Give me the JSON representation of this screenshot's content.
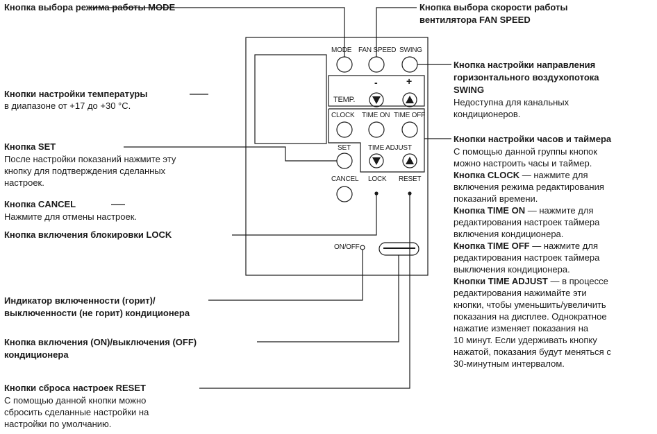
{
  "left": {
    "mode_title": "Кнопка выбора режима работы MODE",
    "temp_title": "Кнопки настройки температуры",
    "temp_desc": "в диапазоне от +17 до +30 °С.",
    "set_title": "Кнопка SET",
    "set_desc": [
      "После настройки показаний нажмите эту",
      "кнопку для подтверждения сделанных",
      "настроек."
    ],
    "cancel_title": "Кнопка CANCEL",
    "cancel_desc": "Нажмите для отмены настроек.",
    "lock_title": "Кнопка включения блокировки LOCK",
    "indicator_title": [
      "Индикатор включенности (горит)/",
      "выключенности (не горит) кондиционера"
    ],
    "onoff_title": [
      "Кнопка включения (ON)/выключения (OFF)",
      "кондиционера"
    ],
    "reset_title": "Кнопки сброса настроек RESET",
    "reset_desc": [
      "С помощью данной кнопки можно",
      "сбросить сделанные настройки на",
      "настройки по умолчанию."
    ]
  },
  "right": {
    "fan_title": [
      "Кнопка выбора скорости работы",
      "вентилятора FAN SPEED"
    ],
    "swing_title": [
      "Кнопка настройки направления",
      "горизонтального воздухопотока",
      "SWING"
    ],
    "swing_desc": [
      "Недоступна для канальных",
      "кондиционеров."
    ],
    "clock_group_title": "Кнопки настройки часов и таймера",
    "clock_group_desc": [
      "С помощью данной группы кнопок",
      "можно настроить часы и таймер."
    ],
    "clock_bold": "Кнопка CLOCK",
    "clock_rest": " — нажмите для",
    "clock_desc": [
      "включения режима редактирования",
      "показаний времени."
    ],
    "timeon_bold": "Кнопка TIME ON",
    "timeon_rest": " — нажмите для",
    "timeon_desc": [
      "редактирования настроек таймера",
      "включения кондиционера."
    ],
    "timeoff_bold": "Кнопка TIME OFF",
    "timeoff_rest": " — нажмите для",
    "timeoff_desc": [
      "редактирования настроек таймера",
      "выключения кондиционера."
    ],
    "adjust_bold": "Кнопки TIME ADJUST",
    "adjust_rest": " — в процессе",
    "adjust_desc": [
      "редактирования нажимайте эти",
      "кнопки, чтобы уменьшить/увеличить",
      "показания на дисплее. Однократное",
      "нажатие изменяет показания на",
      "10 минут. Если удерживать кнопку",
      "нажатой, показания будут меняться с",
      "30-минутным интервалом."
    ]
  },
  "remote": {
    "mode": "MODE",
    "fan_speed": "FAN SPEED",
    "swing": "SWING",
    "temp": "TEMP.",
    "minus": "-",
    "plus": "+",
    "clock": "CLOCK",
    "time_on": "TIME ON",
    "time_off": "TIME OFF",
    "set": "SET",
    "time_adjust": "TIME ADJUST",
    "cancel": "CANCEL",
    "lock": "LOCK",
    "reset": "RESET",
    "onoff": "ON/OFF"
  }
}
